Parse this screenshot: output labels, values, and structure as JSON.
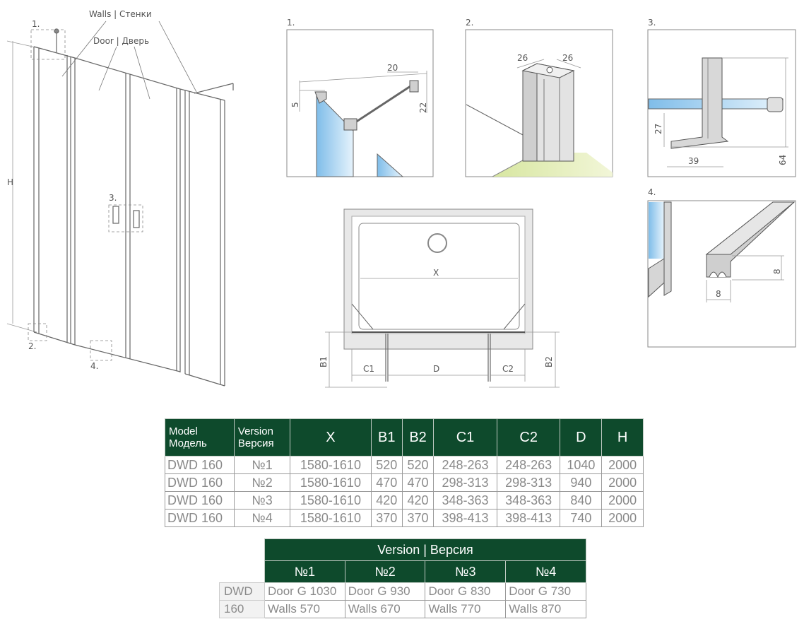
{
  "labels": {
    "walls": "Walls | Стенки",
    "door": "Door | Дверь",
    "height": "H",
    "callout_1": "1.",
    "callout_2": "2.",
    "callout_3": "3.",
    "callout_4": "4.",
    "detail1_num": "1.",
    "detail2_num": "2.",
    "detail3_num": "3.",
    "detail4_num": "4."
  },
  "detail1": {
    "dim_20": "20",
    "dim_5": "5",
    "dim_22": "22"
  },
  "detail2": {
    "dim_26a": "26",
    "dim_26b": "26"
  },
  "detail3": {
    "dim_27": "27",
    "dim_39": "39",
    "dim_64": "64"
  },
  "detail4": {
    "dim_8a": "8",
    "dim_8b": "8"
  },
  "plan": {
    "x": "X",
    "b1": "B1",
    "b2": "B2",
    "c1": "C1",
    "d": "D",
    "c2": "C2"
  },
  "table1": {
    "headers": [
      [
        "Model",
        "Модель"
      ],
      [
        "Version",
        "Версия"
      ],
      "X",
      "B1",
      "B2",
      "C1",
      "C2",
      "D",
      "H"
    ],
    "rows": [
      [
        "DWD 160",
        "№1",
        "1580-1610",
        "520",
        "520",
        "248-263",
        "248-263",
        "1040",
        "2000"
      ],
      [
        "DWD 160",
        "№2",
        "1580-1610",
        "470",
        "470",
        "298-313",
        "298-313",
        "940",
        "2000"
      ],
      [
        "DWD 160",
        "№3",
        "1580-1610",
        "420",
        "420",
        "348-363",
        "348-363",
        "840",
        "2000"
      ],
      [
        "DWD 160",
        "№4",
        "1580-1610",
        "370",
        "370",
        "398-413",
        "398-413",
        "740",
        "2000"
      ]
    ]
  },
  "table2": {
    "title": "Version | Версия",
    "versions": [
      "№1",
      "№2",
      "№3",
      "№4"
    ],
    "model_line1": "DWD",
    "model_line2": "160",
    "doors": [
      "Door G 1030",
      "Door G 930",
      "Door G 830",
      "Door G 730"
    ],
    "walls": [
      "Walls 570",
      "Walls 670",
      "Walls 770",
      "Walls 870"
    ]
  },
  "colors": {
    "header_bg": "#0e4a2c",
    "glass": "#a9d4f2",
    "floor": "#e4ecb4"
  }
}
